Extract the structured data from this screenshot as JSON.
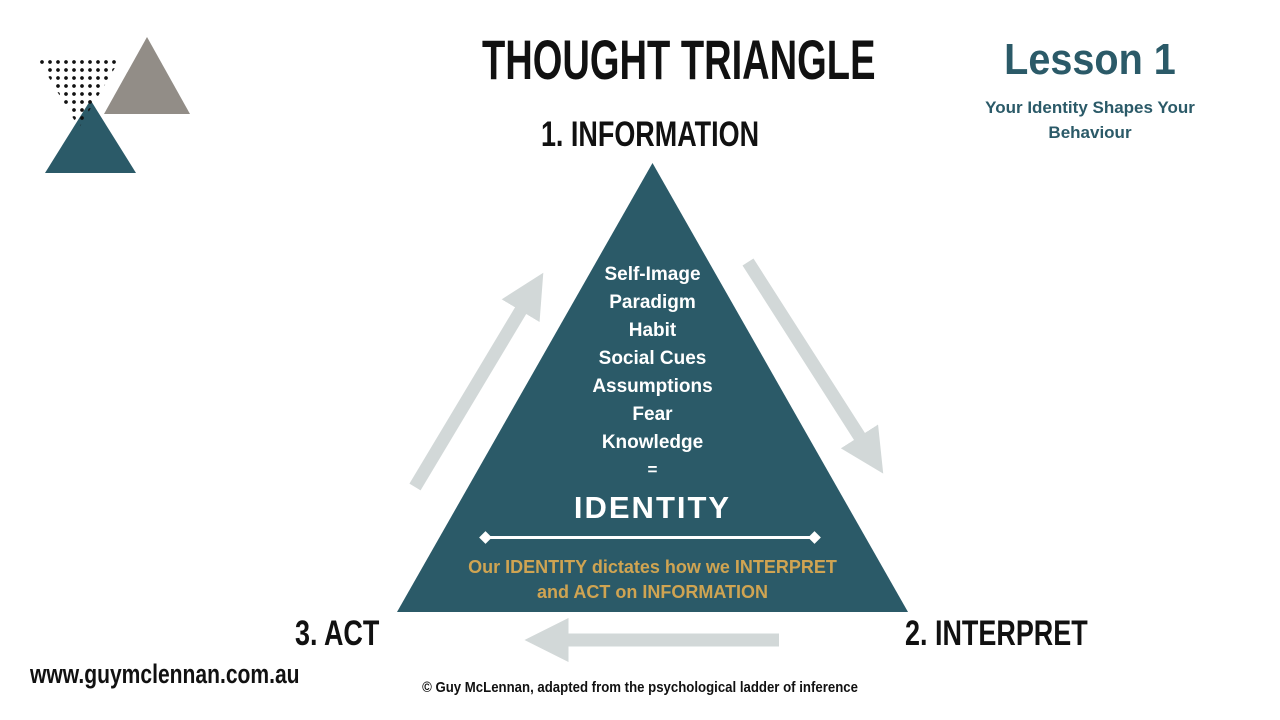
{
  "slide": {
    "title": "THOUGHT TRIANGLE",
    "lesson": {
      "title": "Lesson 1",
      "subtitle": "Your Identity Shapes Your Behaviour"
    },
    "steps": [
      {
        "label": "1. INFORMATION"
      },
      {
        "label": "2. INTERPRET"
      },
      {
        "label": "3. ACT"
      }
    ],
    "triangle": {
      "items": [
        "Self-Image",
        "Paradigm",
        "Habit",
        "Social Cues",
        "Assumptions",
        "Fear",
        "Knowledge"
      ],
      "equals": "=",
      "result": "IDENTITY",
      "caption_line1": "Our IDENTITY dictates how we INTERPRET",
      "caption_line2": "and ACT on INFORMATION"
    },
    "footer": {
      "website": "www.guymclennan.com.au",
      "credit": "© Guy McLennan, adapted from the psychological ladder of inference"
    },
    "colors": {
      "teal": "#2B5A68",
      "gold": "#CFA452",
      "arrow_gray": "#D2D8D8",
      "logo_gray": "#928D87",
      "ink": "#111111"
    }
  }
}
